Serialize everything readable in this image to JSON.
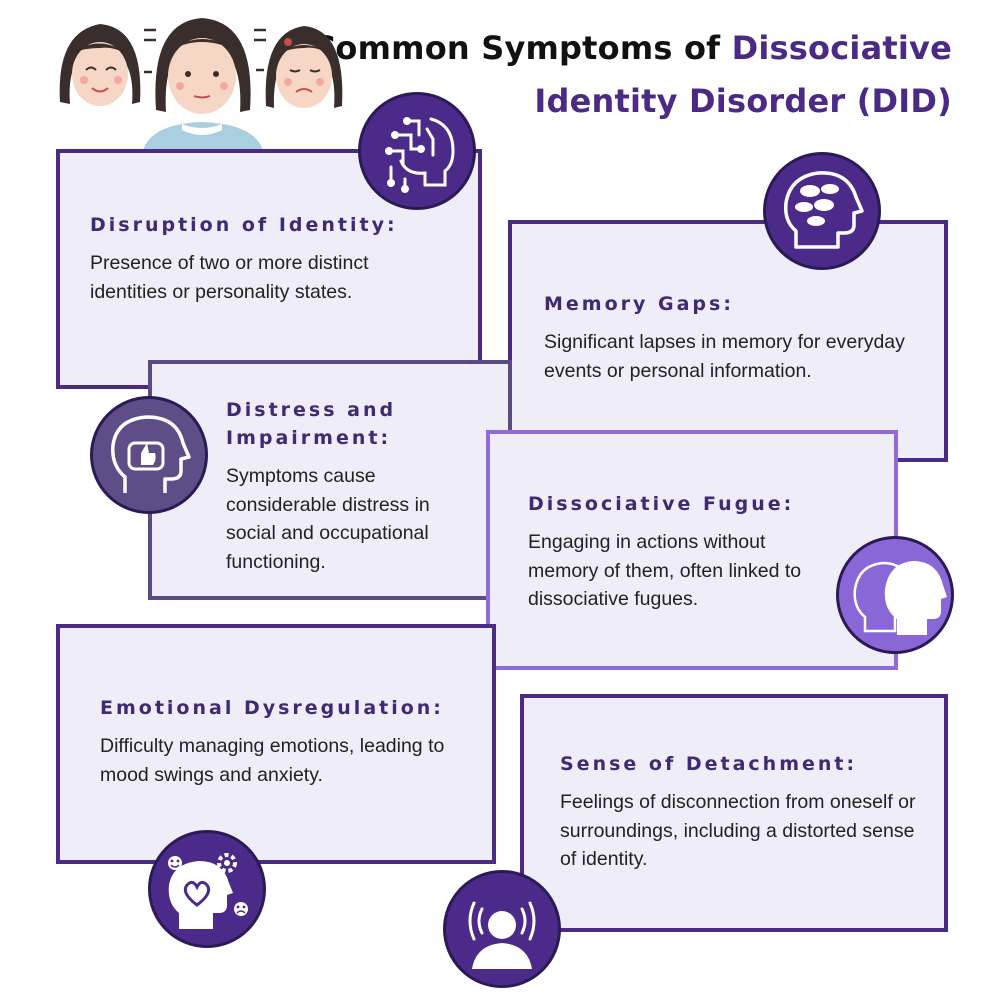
{
  "title": {
    "line1_plain": "Common Symptoms of ",
    "line1_accent": "Dissociative",
    "line2_accent": "Identity Disorder (DID)"
  },
  "colors": {
    "dark_purple": "#4a2a85",
    "light_purple": "#8f6bd9",
    "slate_purple": "#5b4a86",
    "card_fill": "#efedf7"
  },
  "cards": [
    {
      "heading": "Disruption of Identity:",
      "text": "Presence of two or more distinct identities or personality states.",
      "icon": "ai-head-circuit-icon"
    },
    {
      "heading": "Memory Gaps:",
      "text": "Significant lapses in memory for everyday events or personal information.",
      "icon": "head-clouds-icon"
    },
    {
      "heading": "Distress and Impairment:",
      "text": "Symptoms cause considerable distress in social and occupational functioning.",
      "icon": "head-thumbs-up-icon"
    },
    {
      "heading": "Dissociative Fugue:",
      "text": "Engaging in actions without memory of them, often linked to dissociative fugues.",
      "icon": "two-heads-profile-icon"
    },
    {
      "heading": "Emotional Dysregulation:",
      "text": "Difficulty managing emotions, leading to mood swings and anxiety.",
      "icon": "head-heart-emotions-icon"
    },
    {
      "heading": "Sense of Detachment:",
      "text": "Feelings of disconnection from oneself or surroundings, including a distorted sense of identity.",
      "icon": "person-vibration-icon"
    }
  ]
}
